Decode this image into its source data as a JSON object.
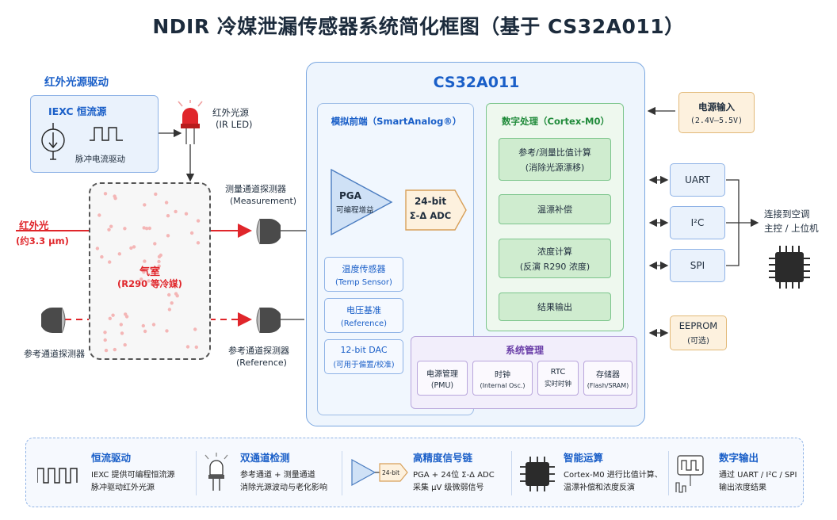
{
  "title": "NDIR 冷媒泄漏传感器系统简化框图（基于 CS32A011）",
  "ir_driver": {
    "section_title": "红外光源驱动",
    "iexc_title": "IEXC 恒流源",
    "pulse_label": "脉冲电流驱动"
  },
  "ir_led": {
    "label_cn": "红外光源",
    "label_en": "(IR LED)"
  },
  "ir_light": {
    "label": "红外光",
    "wavelength": "(约3.3 μm)"
  },
  "chamber": {
    "label": "气室",
    "sub": "(R290 等冷媒)"
  },
  "detectors": {
    "meas_cn": "测量通道探测器",
    "meas_en": "(Measurement)",
    "ref_cn": "参考通道探测器",
    "ref_en": "(Reference)",
    "ref_left_cn": "参考通道探测器"
  },
  "mcu": {
    "name": "CS32A011",
    "analog_title": "模拟前端（SmartAnalog®）",
    "pga_title": "PGA",
    "pga_sub": "可编程增益",
    "adc_title": "24-bit",
    "adc_sub": "Σ-Δ ADC",
    "temp_title": "温度传感器",
    "temp_sub": "(Temp Sensor)",
    "vref_title": "电压基准",
    "vref_sub": "(Reference)",
    "dac_title": "12-bit DAC",
    "dac_sub": "(可用于偏置/校准)",
    "digital_title": "数字处理（Cortex-M0）",
    "steps": [
      {
        "line1": "参考/测量比值计算",
        "line2": "(消除光源漂移)"
      },
      {
        "line1": "温漂补偿",
        "line2": ""
      },
      {
        "line1": "浓度计算",
        "line2": "(反演 R290 浓度)"
      },
      {
        "line1": "结果输出",
        "line2": ""
      }
    ],
    "sys_title": "系统管理",
    "sys_items": [
      {
        "line1": "电源管理",
        "line2": "(PMU)"
      },
      {
        "line1": "时钟",
        "line2": "(Internal Osc.)"
      },
      {
        "line1": "RTC",
        "line2": "实时时钟"
      },
      {
        "line1": "存储器",
        "line2": "(Flash/SRAM)"
      }
    ]
  },
  "power": {
    "label": "电源输入",
    "range": "(2.4V–5.5V)"
  },
  "interfaces": [
    "UART",
    "I²C",
    "SPI"
  ],
  "eeprom": {
    "label": "EEPROM",
    "sub": "(可选)"
  },
  "host": {
    "line1": "连接到空调",
    "line2": "主控 / 上位机"
  },
  "legend": [
    {
      "title": "恒流驱动",
      "line1": "IEXC 提供可编程恒流源",
      "line2": "脉冲驱动红外光源"
    },
    {
      "title": "双通道检测",
      "line1": "参考通道 + 测量通道",
      "line2": "消除光源波动与老化影响"
    },
    {
      "title": "高精度信号链",
      "line1": "PGA + 24位 Σ-Δ ADC",
      "line2": "采集  μV 级微弱信号",
      "badge": "24-bit"
    },
    {
      "title": "智能运算",
      "line1": "Cortex-M0 进行比值计算、",
      "line2": "温漂补偿和浓度反演"
    },
    {
      "title": "数字输出",
      "line1": "通过 UART / I²C / SPI",
      "line2": "输出浓度结果"
    }
  ],
  "colors": {
    "accent": "#1a5fc8",
    "ir_red": "#e0262b",
    "green_fill": "#cfeccf",
    "blue_fill": "#eaf2fc"
  }
}
